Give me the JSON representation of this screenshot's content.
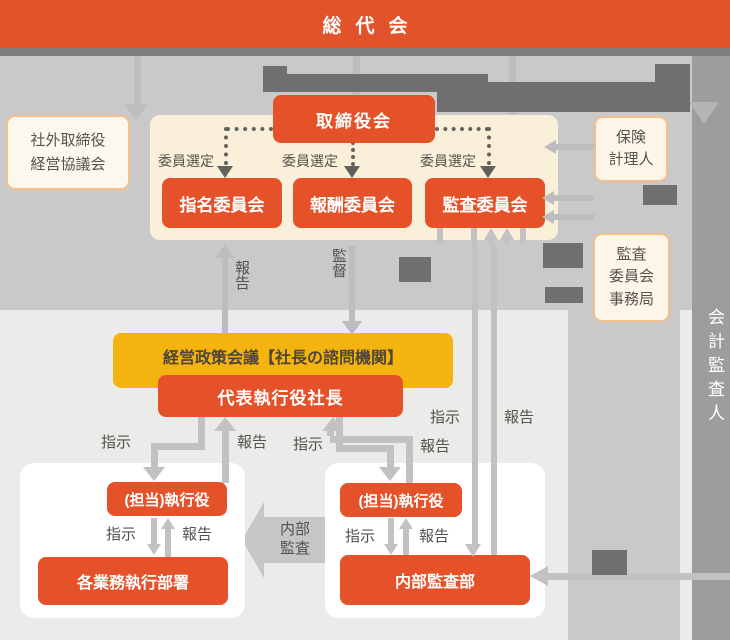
{
  "banner": {
    "title": "総代会"
  },
  "board": {
    "title": "取締役会"
  },
  "outside_directors_council": {
    "line1": "社外取締役",
    "line2": "経営協議会"
  },
  "committee_selection_label": "委員選定",
  "committees": [
    {
      "name": "指名委員会"
    },
    {
      "name": "報酬委員会"
    },
    {
      "name": "監査委員会"
    }
  ],
  "actuary": {
    "line1": "保険",
    "line2": "計理人"
  },
  "audit_committee_office": {
    "line1": "監査",
    "line2": "委員会",
    "line3": "事務局"
  },
  "accounting_auditor": {
    "title": "会計監査人"
  },
  "labels": {
    "instruction": "指示",
    "report": "報告",
    "supervision": "監督",
    "internal_audit_line1": "内部",
    "internal_audit_line2": "監査"
  },
  "management_policy_council": {
    "title": "経営政策会議【社長の諮問機関】"
  },
  "president": {
    "title": "代表執行役社長"
  },
  "left_group": {
    "officer": "(担当)執行役",
    "department": "各業務執行部署"
  },
  "right_group": {
    "officer": "(担当)執行役",
    "department": "内部監査部"
  },
  "colors": {
    "banner_orange": "#E2532B",
    "box_orange": "#E55128",
    "yellow": "#F4B30E",
    "cream_panel": "#FAEFD8",
    "cream_box": "#FDF6E8",
    "cream_border": "#F3C08C",
    "gray_band": "#C9C9C9",
    "dark_strip": "#7D7D7D",
    "dark_block": "#6F6F6F",
    "right_column_gray": "#9D9D9D",
    "arrow_gray": "#C2C2C2",
    "text_gray": "#55514D"
  }
}
